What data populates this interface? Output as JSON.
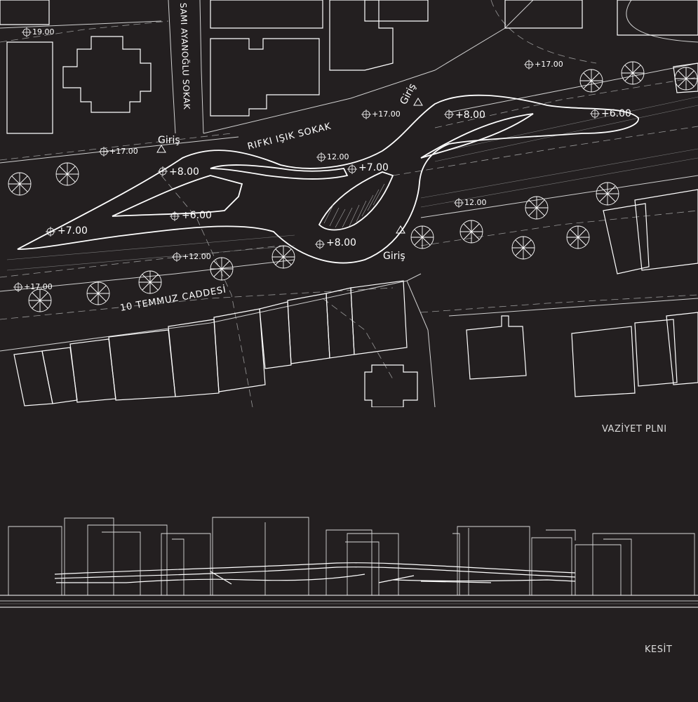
{
  "plan": {
    "title": "VAZİYET PLNI",
    "streets": {
      "sami": "SAMI AYANOĞLU SOKAK",
      "rifki": "RIFKI IŞIK SOKAK",
      "temmuz": "10 TEMMUZ CADDESİ"
    },
    "entrances": [
      "Giriş",
      "Giriş",
      "Giriş"
    ],
    "park_levels": [
      "+8.00",
      "+8.00",
      "+7.00",
      "+6.00",
      "+7.00",
      "+6.00",
      "+8.00"
    ],
    "ground_levels": [
      "19.00",
      "+17.00",
      "+17.00",
      "+17.00",
      "12.00",
      "12.00",
      "+12.00",
      "+17.00"
    ]
  },
  "section": {
    "title": "KESİT"
  }
}
